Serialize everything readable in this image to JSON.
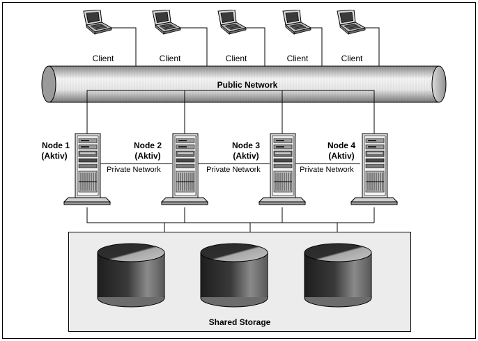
{
  "clients": [
    {
      "label": "Client"
    },
    {
      "label": "Client"
    },
    {
      "label": "Client"
    },
    {
      "label": "Client"
    },
    {
      "label": "Client"
    }
  ],
  "public_network": {
    "label": "Public Network"
  },
  "nodes": [
    {
      "name": "Node 1",
      "state": "(Aktiv)"
    },
    {
      "name": "Node 2",
      "state": "(Aktiv)"
    },
    {
      "name": "Node 3",
      "state": "(Aktiv)"
    },
    {
      "name": "Node 4",
      "state": "(Aktiv)"
    }
  ],
  "private_networks": [
    {
      "label": "Private Network"
    },
    {
      "label": "Private Network"
    },
    {
      "label": "Private Network"
    }
  ],
  "storage": {
    "label": "Shared Storage",
    "disk_count": 3
  },
  "colors": {
    "pipe_light": "#f0f0f0",
    "pipe_dark": "#9a9a9a",
    "storage_bg": "#ececec",
    "disk_dark": "#2b2b2b",
    "disk_light": "#9c9c9c",
    "server_body": "#e2e2e2"
  }
}
